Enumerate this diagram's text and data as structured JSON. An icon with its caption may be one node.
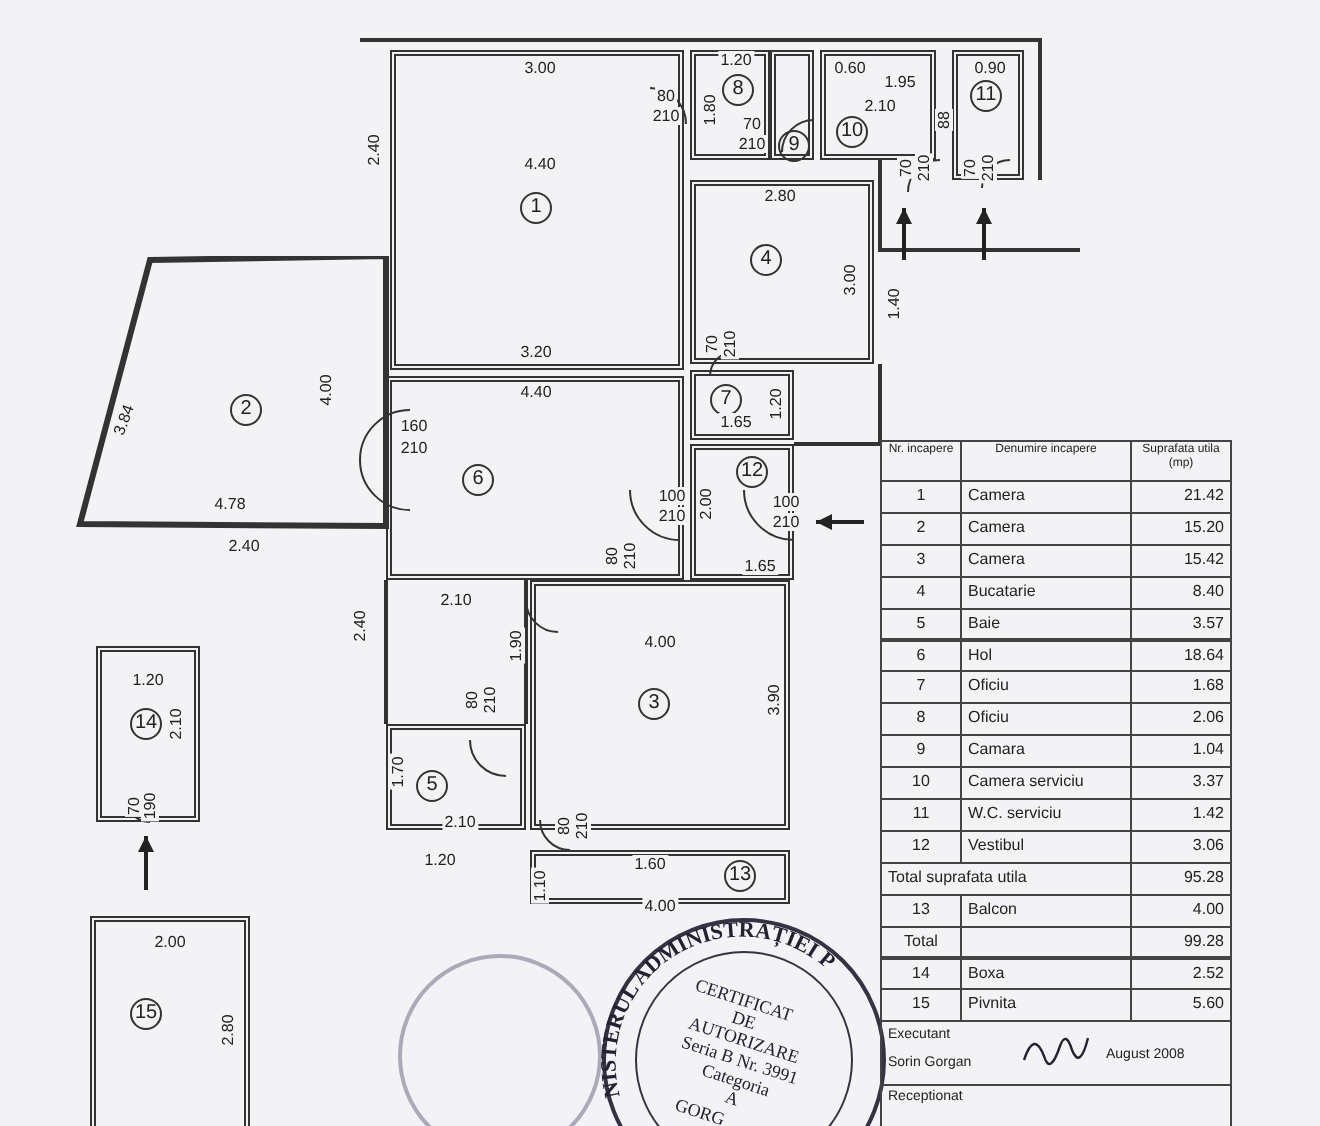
{
  "diagram": {
    "nodes": [
      {
        "text": [
          "1"
        ]
      },
      {
        "text": [
          "2"
        ]
      },
      {
        "text": [
          "3"
        ]
      },
      {
        "text": [
          "4"
        ]
      },
      {
        "text": [
          "5"
        ]
      },
      {
        "text": [
          "6"
        ]
      },
      {
        "text": [
          "7"
        ]
      },
      {
        "text": [
          "8"
        ]
      },
      {
        "text": [
          "9"
        ]
      },
      {
        "text": [
          "10"
        ]
      },
      {
        "text": [
          "11"
        ]
      },
      {
        "text": [
          "12"
        ]
      },
      {
        "text": [
          "13"
        ]
      },
      {
        "text": [
          "14"
        ]
      },
      {
        "text": [
          "15"
        ]
      }
    ],
    "labels": [
      "3.00",
      "1.20",
      "0.60",
      "0.90",
      "1.95",
      "2.10",
      "88",
      "80",
      "210",
      "1.80",
      "70",
      "210",
      "4.40",
      "2.40",
      "70",
      "210",
      "70",
      "210",
      "2.80",
      "3.00",
      "1.40",
      "3.20",
      "70",
      "210",
      "4.40",
      "4.00",
      "1.20",
      "3.84",
      "160",
      "210",
      "1.65",
      "100",
      "210",
      "2.00",
      "100",
      "210",
      "4.78",
      "2.40",
      "1.65",
      "80",
      "210",
      "2.10",
      "2.40",
      "4.00",
      "1.90",
      "1.20",
      "3.90",
      "2.10",
      "80",
      "210",
      "1.70",
      "70",
      "190",
      "2.10",
      "80",
      "210",
      "1.20",
      "1.60",
      "1.10",
      "4.00",
      "2.00",
      "2.80",
      "Nr. incapere",
      "Denumire incapere",
      "Suprafata utila (mp)",
      "1",
      "Camera",
      "21.42",
      "2",
      "Camera",
      "15.20",
      "3",
      "Camera",
      "15.42",
      "4",
      "Bucatarie",
      "8.40",
      "5",
      "Baie",
      "3.57",
      "6",
      "Hol",
      "18.64",
      "7",
      "Oficiu",
      "1.68",
      "8",
      "Oficiu",
      "2.06",
      "9",
      "Camara",
      "1.04",
      "10",
      "Camera serviciu",
      "3.37",
      "11",
      "W.C. serviciu",
      "1.42",
      "12",
      "Vestibul",
      "3.06",
      "Total suprafata utila",
      "95.28",
      "13",
      "Balcon",
      "4.00",
      "Total",
      "99.28",
      "14",
      "Boxa",
      "2.52",
      "15",
      "Pivnita",
      "5.60",
      "Executant",
      "Sorin Gorgan",
      "August 2008",
      "Receptionat",
      "NISTERUL ADMINISTRAȚIEI P",
      "CERTIFICAT",
      "DE",
      "AUTORIZARE",
      "Seria B Nr. 3991",
      "Categoria",
      "A",
      "GORG"
    ]
  }
}
